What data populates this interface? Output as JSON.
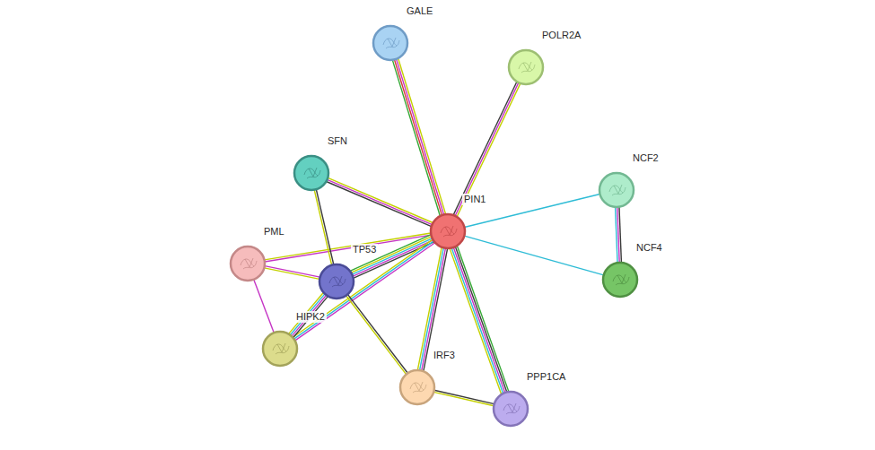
{
  "diagram": {
    "nodes": [
      {
        "text": [
          "GALE"
        ]
      },
      {
        "text": [
          "POLR2A"
        ]
      },
      {
        "text": [
          "SFN"
        ]
      },
      {
        "text": [
          "NCF2"
        ]
      },
      {
        "text": [
          "PIN1"
        ]
      },
      {
        "text": [
          "PML"
        ]
      },
      {
        "text": [
          "TP53"
        ]
      },
      {
        "text": [
          "NCF4"
        ]
      },
      {
        "text": [
          "HIPK2"
        ]
      },
      {
        "text": [
          "IRF3"
        ]
      },
      {
        "text": [
          "PPP1CA"
        ]
      }
    ],
    "edges": [
      {
        "from": 4,
        "to": 0,
        "arrow": "none"
      },
      {
        "from": 4,
        "to": 1,
        "arrow": "none"
      },
      {
        "from": 4,
        "to": 2,
        "arrow": "none"
      },
      {
        "from": 4,
        "to": 3,
        "arrow": "none"
      },
      {
        "from": 4,
        "to": 7,
        "arrow": "none"
      },
      {
        "from": 4,
        "to": 5,
        "arrow": "none"
      },
      {
        "from": 4,
        "to": 6,
        "arrow": "none"
      },
      {
        "from": 4,
        "to": 8,
        "arrow": "none"
      },
      {
        "from": 4,
        "to": 9,
        "arrow": "none"
      },
      {
        "from": 4,
        "to": 10,
        "arrow": "none"
      },
      {
        "from": 3,
        "to": 7,
        "arrow": "none"
      },
      {
        "from": 2,
        "to": 6,
        "arrow": "none"
      },
      {
        "from": 5,
        "to": 6,
        "arrow": "none"
      },
      {
        "from": 5,
        "to": 8,
        "arrow": "none"
      },
      {
        "from": 6,
        "to": 8,
        "arrow": "none"
      },
      {
        "from": 6,
        "to": 9,
        "arrow": "none"
      },
      {
        "from": 9,
        "to": 10,
        "arrow": "none"
      }
    ]
  }
}
